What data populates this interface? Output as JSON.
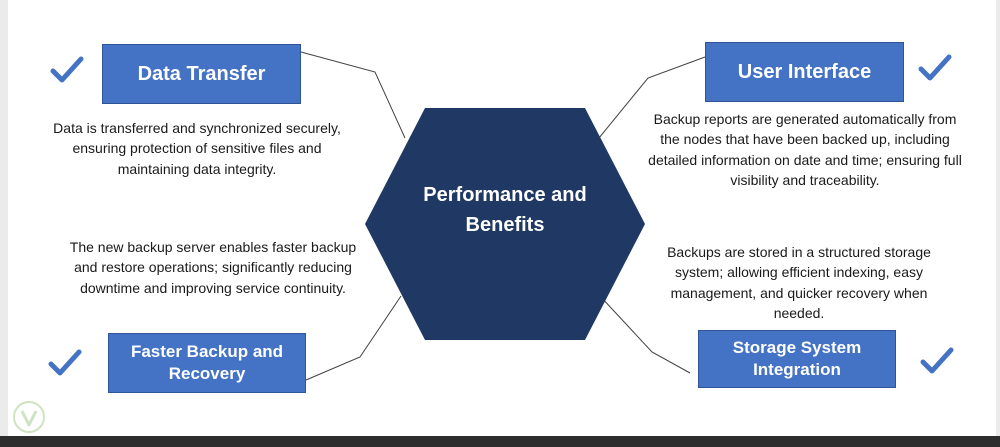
{
  "center": {
    "title": "Performance and Benefits"
  },
  "cards": {
    "data_transfer": {
      "title": "Data Transfer",
      "description": "Data is transferred and synchronized securely, ensuring protection of sensitive files and maintaining data integrity."
    },
    "user_interface": {
      "title": "User Interface",
      "description": "Backup reports are generated automatically from the nodes that have been backed up, including detailed information on date and time; ensuring full visibility and traceability."
    },
    "faster_backup": {
      "title": "Faster Backup and Recovery",
      "description": "The new backup server enables faster backup and restore operations; significantly reducing downtime and improving service continuity."
    },
    "storage_system": {
      "title": "Storage System Integration",
      "description": "Backups are stored in a structured storage system; allowing efficient indexing, easy management, and quicker recovery when needed."
    }
  },
  "icons": {
    "check": "check-icon",
    "watermark": "leaf-logo-icon"
  },
  "colors": {
    "box_fill": "#4472c4",
    "hexagon_fill": "#203864",
    "check_color": "#4472c4",
    "connector": "#404040",
    "text": "#1a1a1a"
  }
}
